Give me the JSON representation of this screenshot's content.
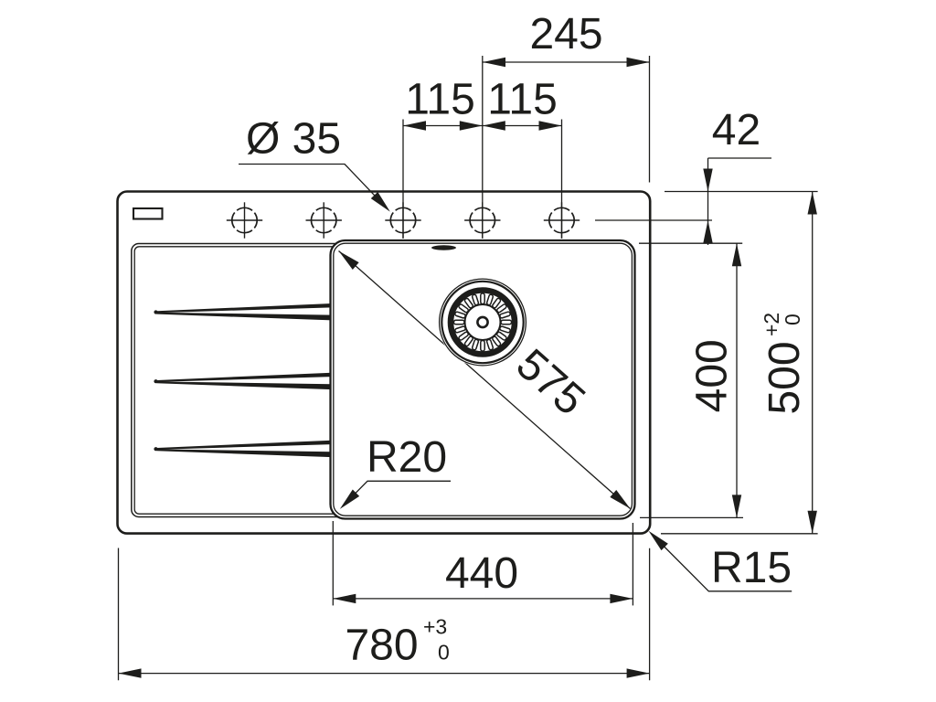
{
  "drawing": {
    "type": "technical-dimension-drawing",
    "subject": "kitchen sink top view with left drainboard and right bowl",
    "background_color": "#ffffff",
    "line_color": "#1d1d1b",
    "units": "mm",
    "dimensions": {
      "faucet_holes_span": "245",
      "hole_spacing_left": "115",
      "hole_spacing_right": "115",
      "hole_diameter": "Ø 35",
      "top_edge_to_holes": "42",
      "bowl_depth": "400",
      "overall_depth": "500",
      "overall_depth_tol_upper": "+2",
      "overall_depth_tol_lower": "0",
      "bowl_diagonal": "575",
      "bowl_corner_radius": "R20",
      "outer_corner_radius": "R15",
      "bowl_width": "440",
      "overall_width": "780",
      "overall_width_tol_upper": "+3",
      "overall_width_tol_lower": "0"
    },
    "features": {
      "tap_hole_count": 5,
      "drain_grooves": 3,
      "bowl_count": 1
    }
  }
}
